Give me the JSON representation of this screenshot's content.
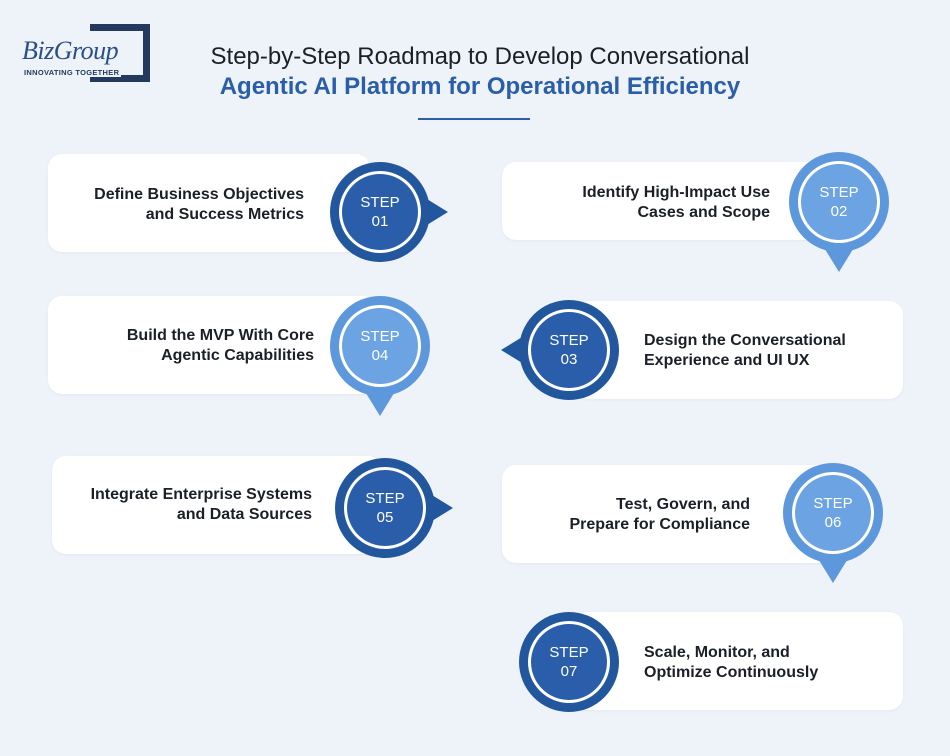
{
  "logo": {
    "word": "BizGroup",
    "tagline": "INNOVATING TOGETHER"
  },
  "title": {
    "line1": "Step-by-Step Roadmap to Develop Conversational",
    "line2": "Agentic AI Platform for Operational Efficiency"
  },
  "colors": {
    "dark_blue": "#2a5eaa",
    "light_blue": "#6ba3e3",
    "heading": "#2b5ea9",
    "background": "#eef3f9"
  },
  "steps": [
    {
      "label": "STEP",
      "number": "01",
      "text_line1": "Define Business Objectives",
      "text_line2": "and Success Metrics",
      "arrow": "right",
      "shade": "dark"
    },
    {
      "label": "STEP",
      "number": "02",
      "text_line1": "Identify High-Impact Use",
      "text_line2": "Cases and Scope",
      "arrow": "down",
      "shade": "light"
    },
    {
      "label": "STEP",
      "number": "03",
      "text_line1": "Design the Conversational",
      "text_line2": "Experience and UI UX",
      "arrow": "left",
      "shade": "dark"
    },
    {
      "label": "STEP",
      "number": "04",
      "text_line1": "Build the MVP With Core",
      "text_line2": "Agentic Capabilities",
      "arrow": "down",
      "shade": "light"
    },
    {
      "label": "STEP",
      "number": "05",
      "text_line1": "Integrate Enterprise Systems",
      "text_line2": "and Data Sources",
      "arrow": "right",
      "shade": "dark"
    },
    {
      "label": "STEP",
      "number": "06",
      "text_line1": "Test, Govern, and",
      "text_line2": "Prepare for Compliance",
      "arrow": "down",
      "shade": "light"
    },
    {
      "label": "STEP",
      "number": "07",
      "text_line1": "Scale, Monitor, and",
      "text_line2": "Optimize Continuously",
      "arrow": "none",
      "shade": "dark"
    }
  ]
}
